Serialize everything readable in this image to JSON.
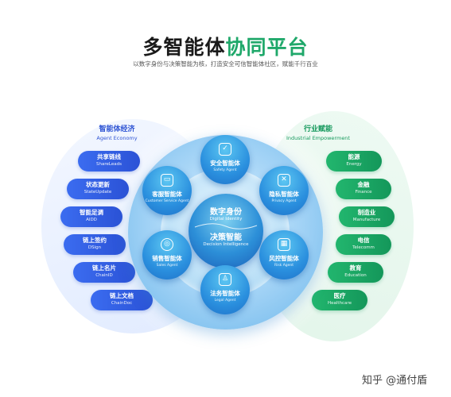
{
  "header": {
    "title_a": "多智能体",
    "title_b": "协同平台",
    "subtitle": "以数字身份与决策智能为核，打造安全可信智能体社区，赋能千行百业"
  },
  "left": {
    "title": "智能体经济",
    "title_en": "Agent Economy",
    "items": [
      {
        "zh": "共享链线",
        "en": "ShareLeads"
      },
      {
        "zh": "状态更新",
        "en": "StateUpdate"
      },
      {
        "zh": "智能足调",
        "en": "AIDD"
      },
      {
        "zh": "链上签约",
        "en": "DSign"
      },
      {
        "zh": "链上名片",
        "en": "ChainID"
      },
      {
        "zh": "链上文档",
        "en": "ChainDoc"
      }
    ]
  },
  "right": {
    "title": "行业赋能",
    "title_en": "Industrial Empowerment",
    "items": [
      {
        "zh": "能源",
        "en": "Energy"
      },
      {
        "zh": "金融",
        "en": "Finance"
      },
      {
        "zh": "制造业",
        "en": "Manufacture"
      },
      {
        "zh": "电信",
        "en": "Telecomm"
      },
      {
        "zh": "教育",
        "en": "Education"
      },
      {
        "zh": "医疗",
        "en": "Healthcare"
      }
    ]
  },
  "core": {
    "top_zh": "数字身份",
    "top_en": "Digital Identity",
    "bottom_zh": "决策智能",
    "bottom_en": "Decision Intelligence"
  },
  "agents": {
    "safety": {
      "zh": "安全智能体",
      "en": "Safety Agent",
      "icon": "shield-check-icon"
    },
    "privacy": {
      "zh": "隐私智能体",
      "en": "Privacy Agent",
      "icon": "lock-x-icon"
    },
    "risk": {
      "zh": "风控智能体",
      "en": "Risk Agent",
      "icon": "chart-icon"
    },
    "legal": {
      "zh": "法务智能体",
      "en": "Legal Agent",
      "icon": "person-icon"
    },
    "sales": {
      "zh": "销售智能体",
      "en": "Sales Agent",
      "icon": "target-icon"
    },
    "service": {
      "zh": "客服智能体",
      "en": "Customer Service Agent",
      "icon": "monitor-icon"
    }
  },
  "watermark": "知乎 @通付盾",
  "colors": {
    "accent_green": "#1fa86a",
    "accent_blue": "#2f55d4"
  }
}
